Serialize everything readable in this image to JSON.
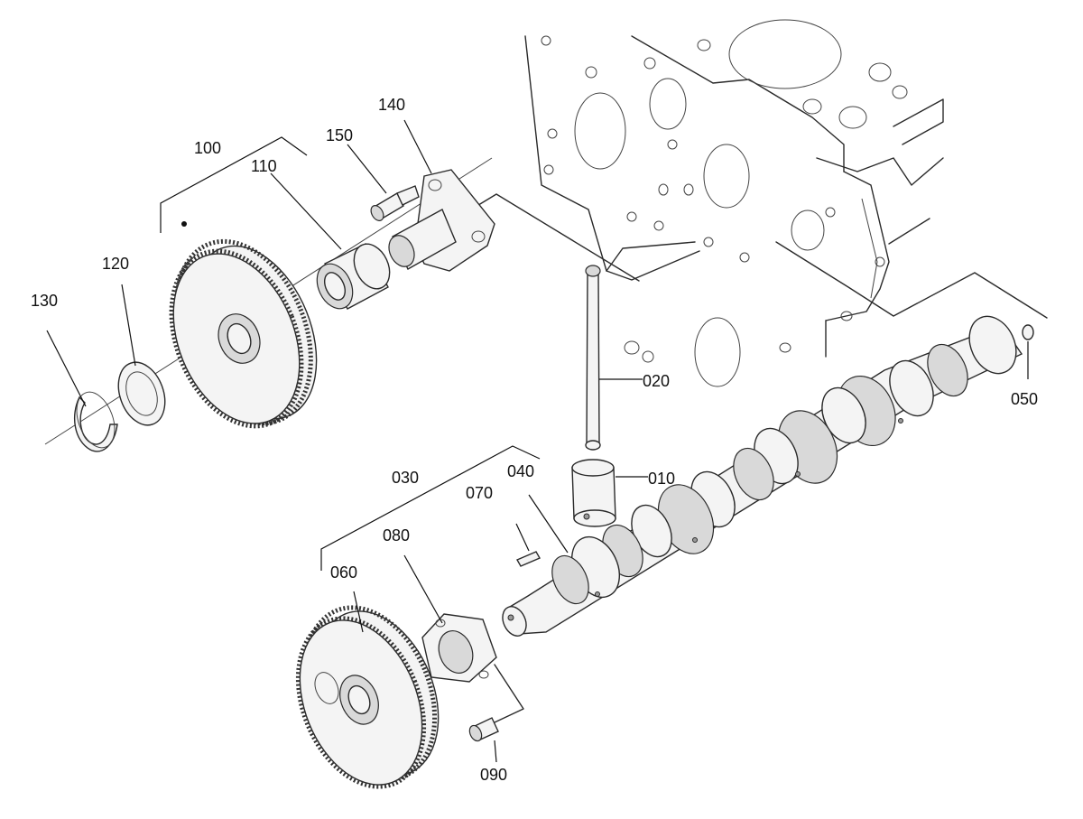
{
  "part_labels": {
    "p010": "010",
    "p020": "020",
    "p030": "030",
    "p040": "040",
    "p050": "050",
    "p060": "060",
    "p070": "070",
    "p080": "080",
    "p090": "090",
    "p100": "100",
    "p110": "110",
    "p120": "120",
    "p130": "130",
    "p140": "140",
    "p150": "150"
  }
}
